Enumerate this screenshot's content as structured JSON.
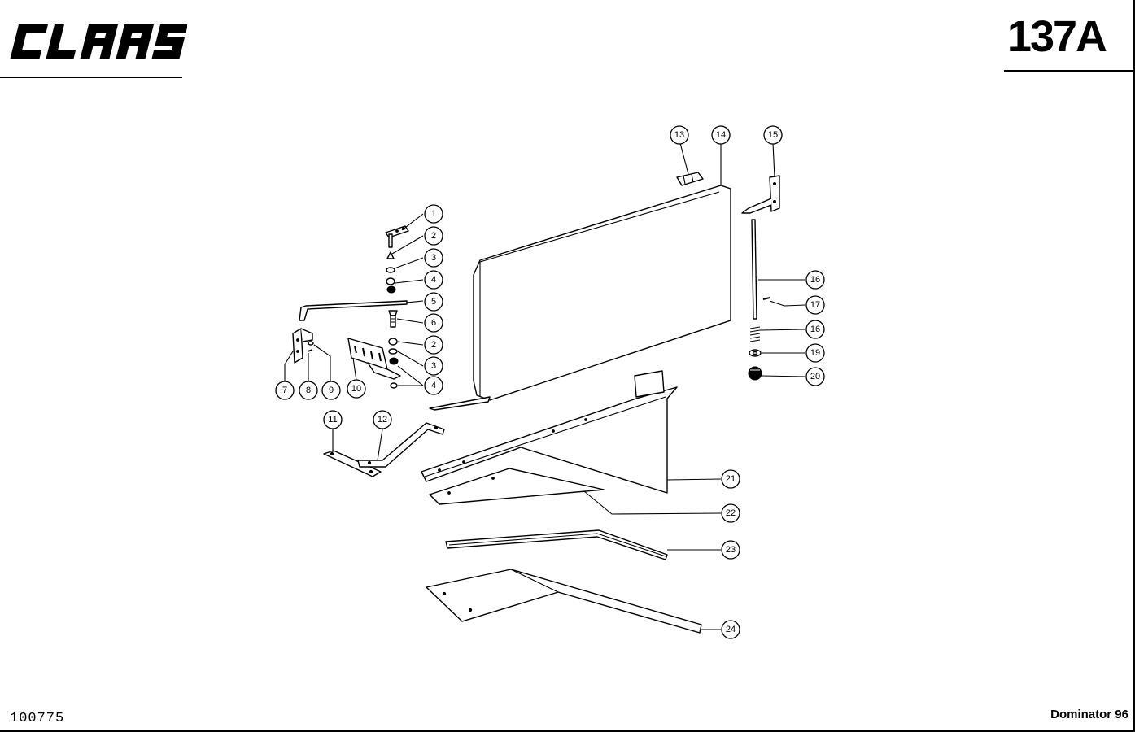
{
  "header": {
    "brand": "CLAAS",
    "page_number": "137A"
  },
  "footer": {
    "drawing_number": "100775",
    "model": "Dominator 96"
  },
  "callouts": [
    {
      "id": "c1",
      "label": "1"
    },
    {
      "id": "c2a",
      "label": "2"
    },
    {
      "id": "c3a",
      "label": "3"
    },
    {
      "id": "c4a",
      "label": "4"
    },
    {
      "id": "c5",
      "label": "5"
    },
    {
      "id": "c6",
      "label": "6"
    },
    {
      "id": "c2b",
      "label": "2"
    },
    {
      "id": "c3b",
      "label": "3"
    },
    {
      "id": "c4b",
      "label": "4"
    },
    {
      "id": "c7",
      "label": "7"
    },
    {
      "id": "c8",
      "label": "8"
    },
    {
      "id": "c9",
      "label": "9"
    },
    {
      "id": "c10",
      "label": "10"
    },
    {
      "id": "c11",
      "label": "11"
    },
    {
      "id": "c12",
      "label": "12"
    },
    {
      "id": "c13",
      "label": "13"
    },
    {
      "id": "c14",
      "label": "14"
    },
    {
      "id": "c15",
      "label": "15"
    },
    {
      "id": "c16a",
      "label": "16"
    },
    {
      "id": "c17",
      "label": "17"
    },
    {
      "id": "c16b",
      "label": "16"
    },
    {
      "id": "c19",
      "label": "19"
    },
    {
      "id": "c20",
      "label": "20"
    },
    {
      "id": "c21",
      "label": "21"
    },
    {
      "id": "c22",
      "label": "22"
    },
    {
      "id": "c23",
      "label": "23"
    },
    {
      "id": "c24",
      "label": "24"
    }
  ]
}
